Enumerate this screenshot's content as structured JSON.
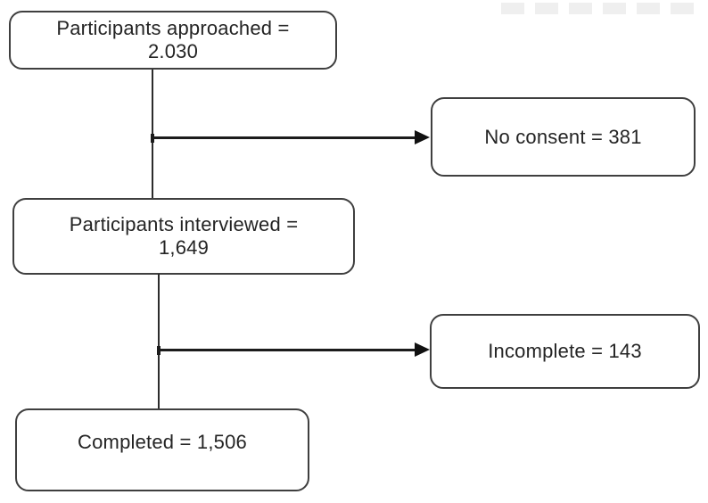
{
  "figure": {
    "type": "participant-flowchart",
    "nodes": {
      "approached": {
        "line1": "Participants approached =",
        "line2": "2.030"
      },
      "no_consent": {
        "label": "No consent = 381"
      },
      "interviewed": {
        "line1": "Participants interviewed =",
        "line2": "1,649"
      },
      "incomplete": {
        "label": "Incomplete = 143"
      },
      "completed": {
        "label": "Completed = 1,506"
      }
    },
    "edges": [
      {
        "from": "approached",
        "to": "interviewed",
        "style": "plain-line"
      },
      {
        "from": "approached",
        "to": "no_consent",
        "style": "arrow"
      },
      {
        "from": "interviewed",
        "to": "completed",
        "style": "plain-line"
      },
      {
        "from": "interviewed",
        "to": "incomplete",
        "style": "arrow"
      }
    ],
    "colors": {
      "background": "#ffffff",
      "box_border": "#3f3f3f",
      "text": "#242424",
      "connector": "#1c1c1c"
    }
  }
}
